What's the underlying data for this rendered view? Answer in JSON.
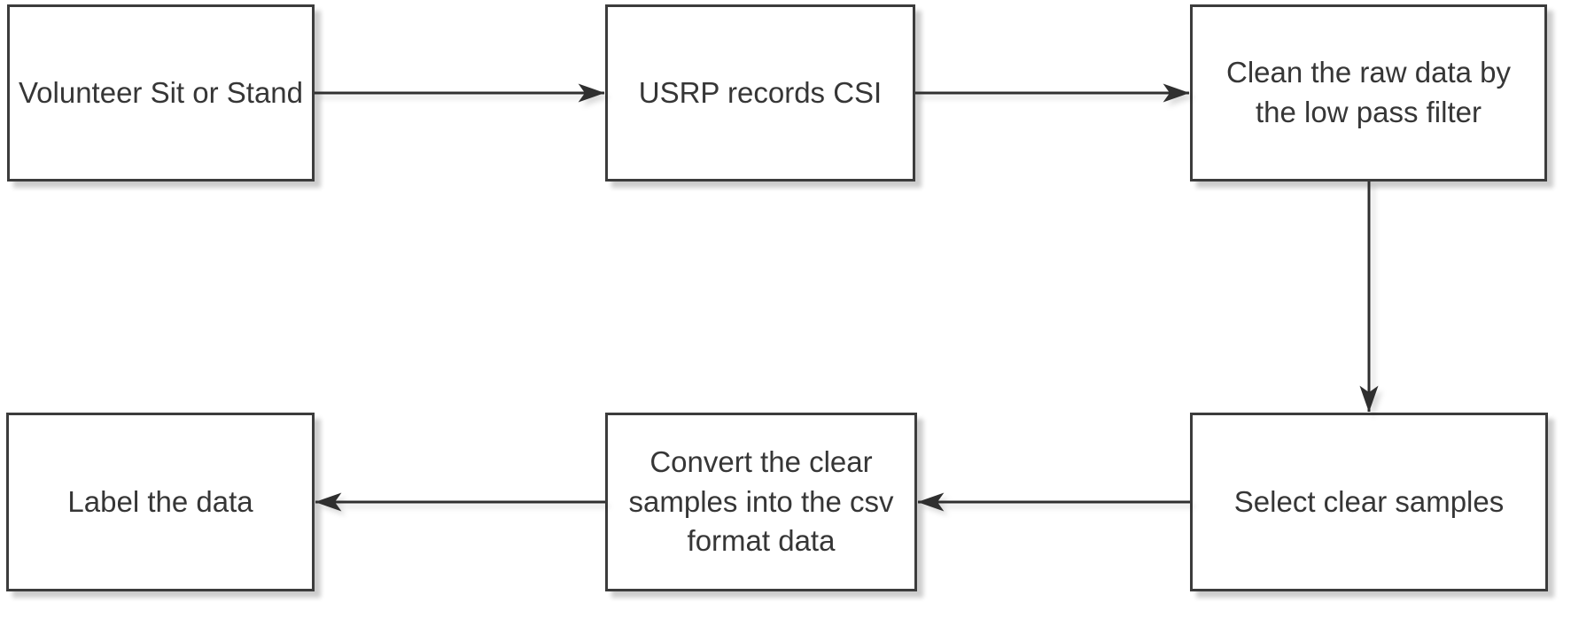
{
  "diagram": {
    "type": "flowchart",
    "nodes": {
      "volunteer": {
        "label": "Volunteer Sit or Stand"
      },
      "usrp": {
        "label": "USRP records CSI"
      },
      "clean": {
        "label": "Clean the raw data by\nthe low pass filter"
      },
      "select": {
        "label": "Select clear samples"
      },
      "convert": {
        "label": "Convert the clear\nsamples into the csv\nformat data"
      },
      "label": {
        "label": "Label the data"
      }
    },
    "edges": [
      {
        "from": "volunteer",
        "to": "usrp"
      },
      {
        "from": "usrp",
        "to": "clean"
      },
      {
        "from": "clean",
        "to": "select"
      },
      {
        "from": "select",
        "to": "convert"
      },
      {
        "from": "convert",
        "to": "label"
      }
    ]
  },
  "colors": {
    "background": "#ffffff",
    "node_fill": "#ffffff",
    "node_border": "#3c3c3c",
    "text": "#363636",
    "arrow": "#2f2f2f"
  }
}
